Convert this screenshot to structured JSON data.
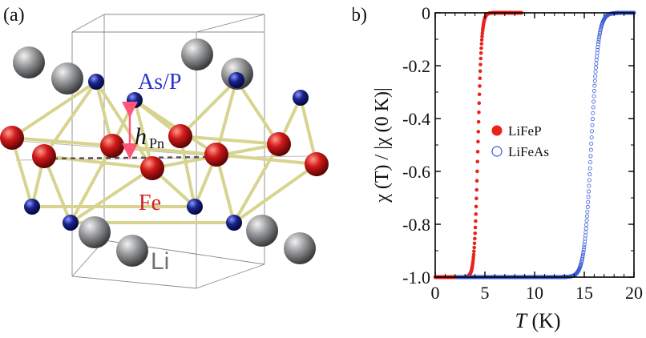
{
  "panel_a": {
    "label": "(a)",
    "atom_labels": {
      "pn": "As/P",
      "fe": "Fe",
      "li": "Li",
      "h_main": "h",
      "h_sub": "Pn"
    },
    "colors": {
      "pn": "#1d2a9a",
      "fe": "#d42020",
      "li": "#8f9092",
      "bond": "#d8d48f",
      "arrow": "#ff5577"
    }
  },
  "panel_b": {
    "label": "(b)"
  },
  "chart_data": {
    "type": "scatter",
    "title": "",
    "xlabel_italic": "T",
    "xlabel_unit": " (K)",
    "ylabel": "χ (T) / |χ (0 K)|",
    "xlim": [
      0,
      20
    ],
    "ylim": [
      -1.0,
      0
    ],
    "xticks": [
      0,
      5,
      10,
      15,
      20
    ],
    "yticks": [
      0,
      -0.2,
      -0.4,
      -0.6,
      -0.8,
      -1.0
    ],
    "ytick_labels": [
      "0",
      "-0.2",
      "-0.4",
      "-0.6",
      "-0.8",
      "-1.0"
    ],
    "grid": false,
    "legend_position": "center-right",
    "series": [
      {
        "name": "LiFeP",
        "marker": "filled-circle",
        "color": "#e8231c",
        "x_range": [
          0,
          8.7
        ],
        "transition_midpoint": 4.3,
        "transition_width": 0.18,
        "x": [
          0,
          1,
          2,
          3,
          3.5,
          3.8,
          4.0,
          4.2,
          4.3,
          4.4,
          4.6,
          4.8,
          5.0,
          6,
          7,
          8.7
        ],
        "y": [
          -1.0,
          -1.0,
          -0.99,
          -0.98,
          -0.96,
          -0.9,
          -0.8,
          -0.6,
          -0.5,
          -0.38,
          -0.12,
          -0.02,
          0,
          0,
          0,
          0
        ]
      },
      {
        "name": "LiFeAs",
        "marker": "open-circle",
        "color": "#3b5bd6",
        "x_range": [
          2.2,
          20
        ],
        "transition_midpoint": 15.7,
        "transition_width": 0.35,
        "x": [
          2,
          5,
          8,
          11,
          13,
          14,
          14.5,
          15,
          15.5,
          15.7,
          16,
          16.5,
          17,
          18,
          20
        ],
        "y": [
          -1.0,
          -1.0,
          -1.0,
          -0.99,
          -0.98,
          -0.96,
          -0.92,
          -0.8,
          -0.6,
          -0.5,
          -0.3,
          -0.08,
          -0.01,
          0,
          0
        ]
      }
    ]
  }
}
